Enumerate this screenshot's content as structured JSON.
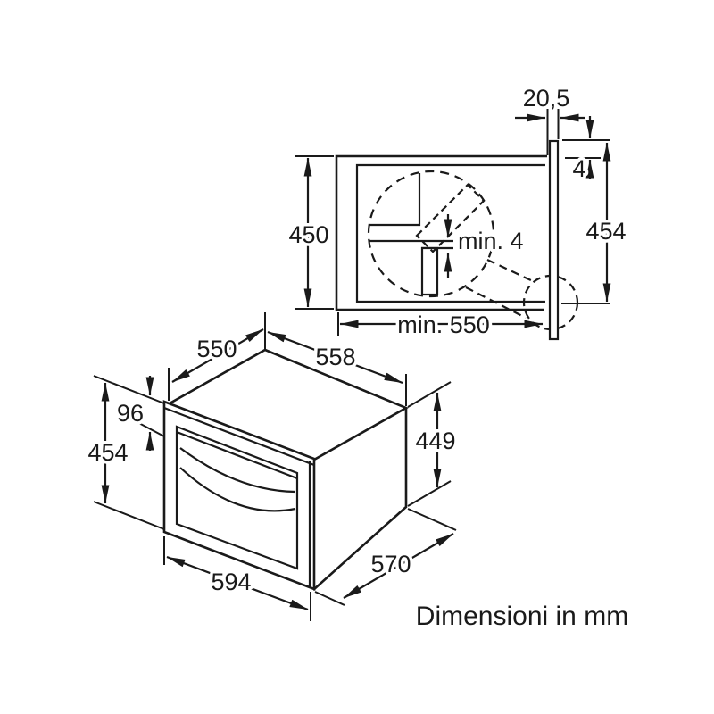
{
  "caption": "Dimensioni in mm",
  "colors": {
    "line": "#1a1a1a",
    "background": "#ffffff"
  },
  "niche": {
    "height": "450",
    "min_depth": "min. 550",
    "frame_height": "454",
    "frame_protrusion": "20,5",
    "top_overlap": "4",
    "plug_clearance": "min. 4"
  },
  "appliance": {
    "depth_top": "550",
    "width_top": "558",
    "top_strip_height": "96",
    "front_height": "454",
    "body_height": "449",
    "front_width": "594",
    "body_depth": "570"
  }
}
